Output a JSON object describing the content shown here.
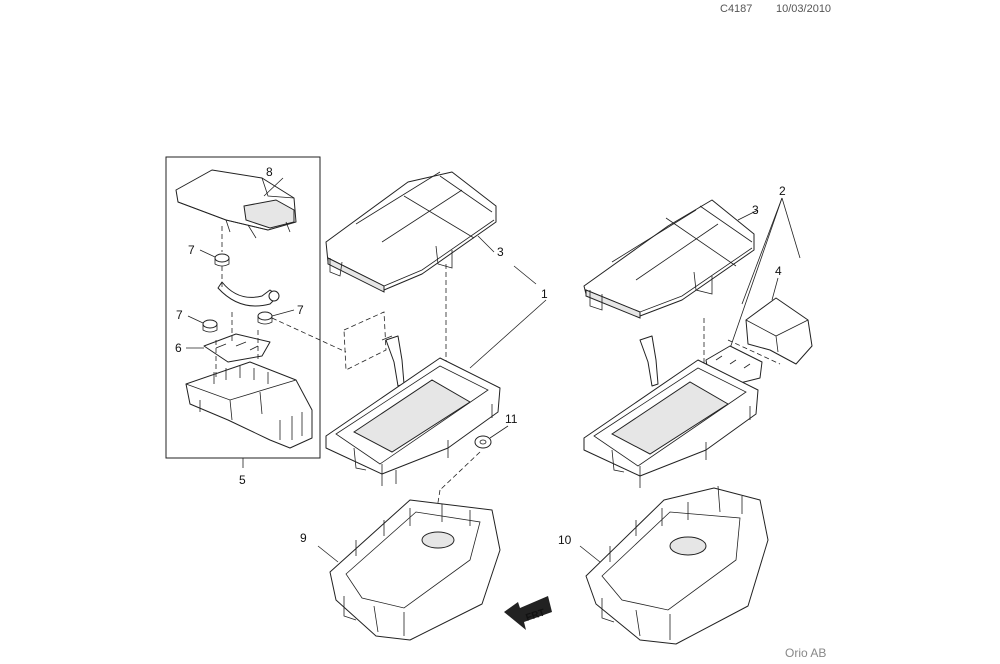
{
  "header": {
    "drawing_number": "C4187",
    "date": "10/03/2010"
  },
  "footer": {
    "publisher": "Orio AB"
  },
  "callouts": [
    "8",
    "7",
    "7",
    "7",
    "6",
    "5",
    "3",
    "1",
    "11",
    "9",
    "3",
    "2",
    "4",
    "10"
  ],
  "direction_label": "FRT"
}
